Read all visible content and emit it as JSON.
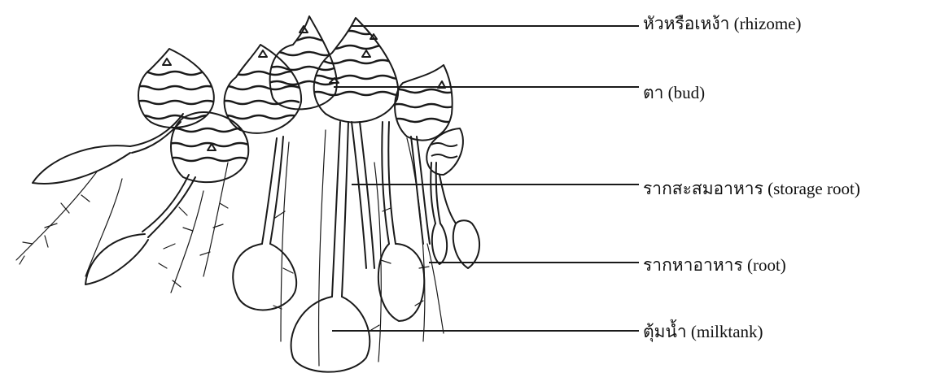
{
  "labels": {
    "rhizome": "หัวหรือเหง้า (rhizome)",
    "bud": "ตา (bud)",
    "storage_root": "รากสะสมอาหาร (storage root)",
    "root": "รากหาอาหาร (root)",
    "milktank": "ตุ้มน้ำ (milktank)"
  },
  "colors": {
    "ink": "#1a1a1a",
    "paper": "#ffffff"
  }
}
